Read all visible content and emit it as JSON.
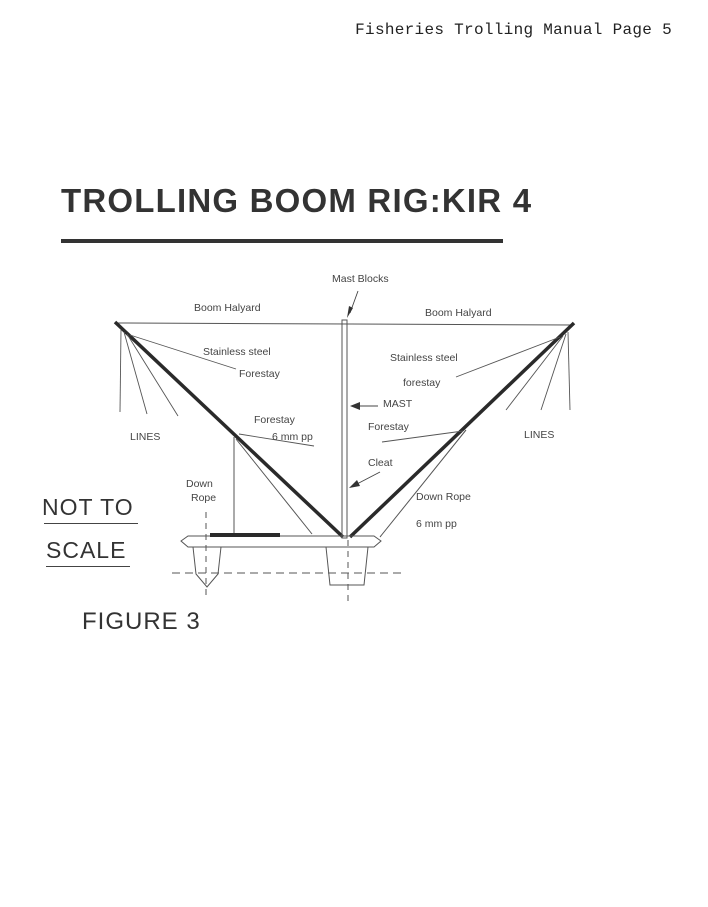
{
  "header": {
    "text": "Fisheries Trolling Manual Page 5"
  },
  "title": "TROLLING BOOM RIG:KIR 4",
  "scale_note": {
    "line1": "NOT TO",
    "line2": "SCALE"
  },
  "figure_label": "FIGURE 3",
  "diagram": {
    "labels": {
      "mast_blocks": "Mast Blocks",
      "boom_halyard_left": "Boom Halyard",
      "boom_halyard_right": "Boom Halyard",
      "stainless_left": "Stainless steel",
      "forestay_left": "Forestay",
      "stainless_right": "Stainless steel",
      "forestay_right": "forestay",
      "mast": "MAST",
      "lines_left": "LINES",
      "lines_right": "LINES",
      "forestay_pp_left": "Forestay",
      "pp_left": "6 mm pp",
      "forestay_pp_right": "Forestay",
      "cleat": "Cleat",
      "down_rope_left_1": "Down",
      "down_rope_left_2": "Rope",
      "down_rope_right": "Down Rope",
      "pp_right": "6 mm pp"
    }
  }
}
